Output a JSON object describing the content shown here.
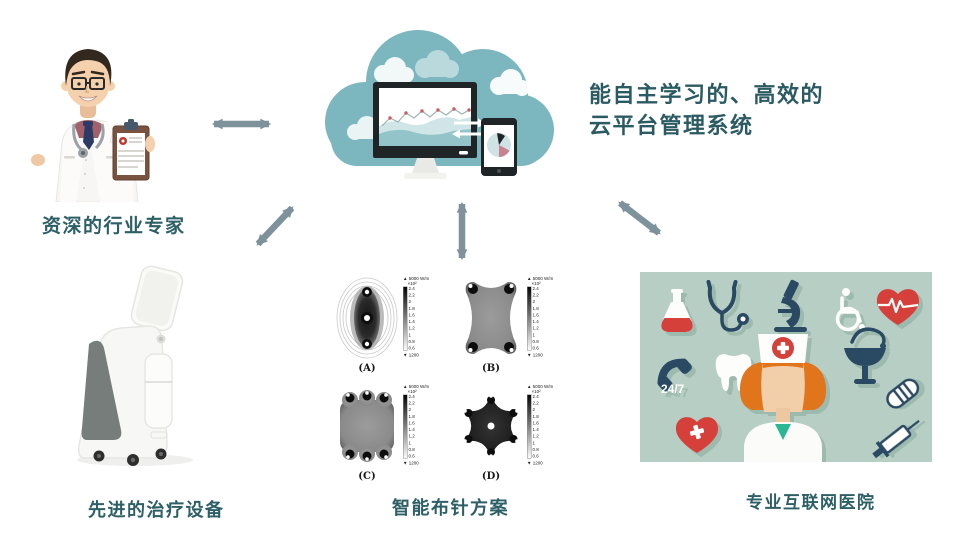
{
  "title": {
    "line1": "能自主学习的、高效的",
    "line2": "云平台管理系统"
  },
  "nodes": {
    "expert": {
      "label": "资深的行业专家",
      "image": "doctor-with-clipboard"
    },
    "cloud": {
      "image": "teal-cloud-with-monitor-and-tablet-charts"
    },
    "device": {
      "label": "先进的治疗设备",
      "image": "white-medical-robot-cart"
    },
    "needle_plan": {
      "label": "智能布针方案",
      "image": "four-panel-heat-simulation-figure"
    },
    "hospital": {
      "label": "专业互联网医院",
      "image": "flat-medical-icons-collage",
      "phone_badge": "24/7",
      "icons": [
        "flask-icon",
        "stethoscope-icon",
        "microscope-icon",
        "wheelchair-icon",
        "heart-ecg-icon",
        "phone-24-7-icon",
        "tooth-icon",
        "nurse-icon",
        "hygieia-cup-icon",
        "capsule-icon",
        "heart-cross-icon",
        "syringe-icon"
      ]
    }
  },
  "connectors": [
    "expert-cloud",
    "cloud-device",
    "cloud-needle-plan",
    "cloud-hospital"
  ],
  "needle_panels": {
    "labels": [
      "(A)",
      "(B)",
      "(C)",
      "(D)"
    ],
    "colorbar": {
      "max_label": "▲ 5000 W/m",
      "multiplier": "×10²",
      "ticks": [
        "2.4",
        "2.2",
        "2",
        "1.8",
        "1.6",
        "1.4",
        "1.2",
        "1",
        "0.8",
        "0.6"
      ],
      "min_label": "▼ 1200"
    }
  },
  "colors": {
    "label_teal": "#2d5f66",
    "cloud_teal": "#7cb7bf",
    "arrow_gray": "#7e929c",
    "hospital_bg": "#b7cec5",
    "icon_navy": "#2c4964",
    "icon_red": "#d5403b",
    "hair_orange": "#e0751f",
    "collar_green": "#29b793"
  }
}
